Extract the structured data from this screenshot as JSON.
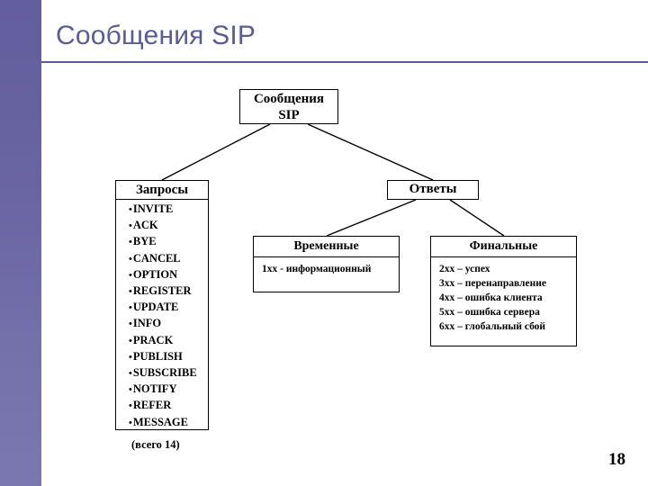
{
  "slide": {
    "title": "Сообщения SIP",
    "page_number": "18",
    "accent_color": "#5C5B96",
    "sidebar_color_top": "#635E9D",
    "sidebar_color_bottom": "#7B77B0"
  },
  "diagram": {
    "root": {
      "label_line1": "Сообщения",
      "label_line2": "SIP"
    },
    "requests": {
      "header": "Запросы",
      "items": [
        "INVITE",
        "ACK",
        "BYE",
        "CANCEL",
        "OPTION",
        "REGISTER",
        "UPDATE",
        "INFO",
        "PRACK",
        "PUBLISH",
        "SUBSCRIBE",
        "NOTIFY",
        "REFER",
        "MESSAGE"
      ],
      "total_note": "(всего 14)"
    },
    "answers": {
      "header": "Ответы"
    },
    "provisional": {
      "header": "Временные",
      "body": "1xx - информационный"
    },
    "final": {
      "header": "Финальные",
      "items": [
        "2xx – успех",
        "3xx – перенаправление",
        "4xx – ошибка клиента",
        "5xx – ошибка сервера",
        "6xx – глобальный сбой"
      ]
    }
  }
}
